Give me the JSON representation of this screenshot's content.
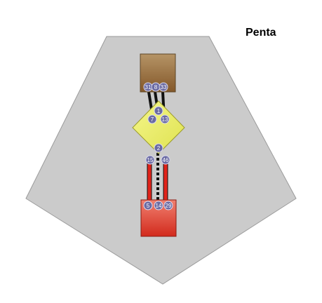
{
  "title": "Penta",
  "colors": {
    "pentagon_fill": "#cbcbcb",
    "pentagon_stroke": "#9a9a9a",
    "top_center_light": "#ac8a5a",
    "top_center_dark": "#8c6430",
    "g_center_fill": "#ecee6a",
    "g_center_stroke": "#9b9b2c",
    "sacral_light": "#ee6a5a",
    "sacral_dark": "#c8281c",
    "gate_fill": "#6a6aa3",
    "gate_stroke": "#dcdcf0",
    "gate_text": "#ffffff",
    "channel_black": "#111111",
    "channel_red": "#e0231a"
  },
  "gates": {
    "g31": "31",
    "g8": "8",
    "g33": "33",
    "g1": "1",
    "g7": "7",
    "g13": "13",
    "g2": "2",
    "g15": "15",
    "g46": "46",
    "g5": "5",
    "g14": "14",
    "g29": "29"
  }
}
